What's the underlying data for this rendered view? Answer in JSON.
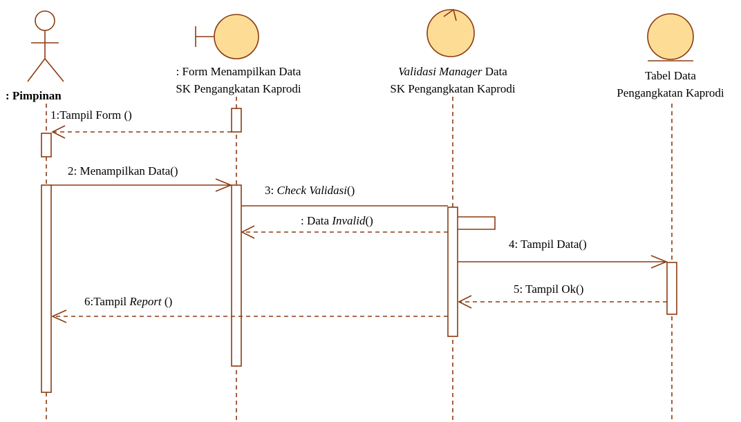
{
  "actor": {
    "name": ": Pimpinan"
  },
  "lifelines": {
    "form": {
      "line1": ": Form Menampilkan Data",
      "line2": "SK Pengangkatan Kaprodi"
    },
    "control": {
      "line1_italic": "Validasi Manager",
      "line1_rest": " Data",
      "line2": "SK Pengangkatan Kaprodi"
    },
    "entity": {
      "line1": "Tabel Data",
      "line2": "Pengangkatan Kaprodi"
    }
  },
  "messages": {
    "m1": {
      "text": "1:Tampil Form ()"
    },
    "m2": {
      "text": "2: Menampilkan Data()"
    },
    "m3": {
      "prefix": "3: ",
      "italic": "Check Validasi",
      "suffix": "()"
    },
    "m3b": {
      "prefix": ": Data ",
      "italic": "Invalid",
      "suffix": "()"
    },
    "m4": {
      "text": "4: Tampil Data()"
    },
    "m5": {
      "text": "5: Tampil Ok()"
    },
    "m6": {
      "prefix": "6:Tampil ",
      "italic": "Report",
      "suffix": " ()"
    }
  },
  "colors": {
    "stroke": "#8B3A10",
    "fill": "#FDDC96"
  }
}
